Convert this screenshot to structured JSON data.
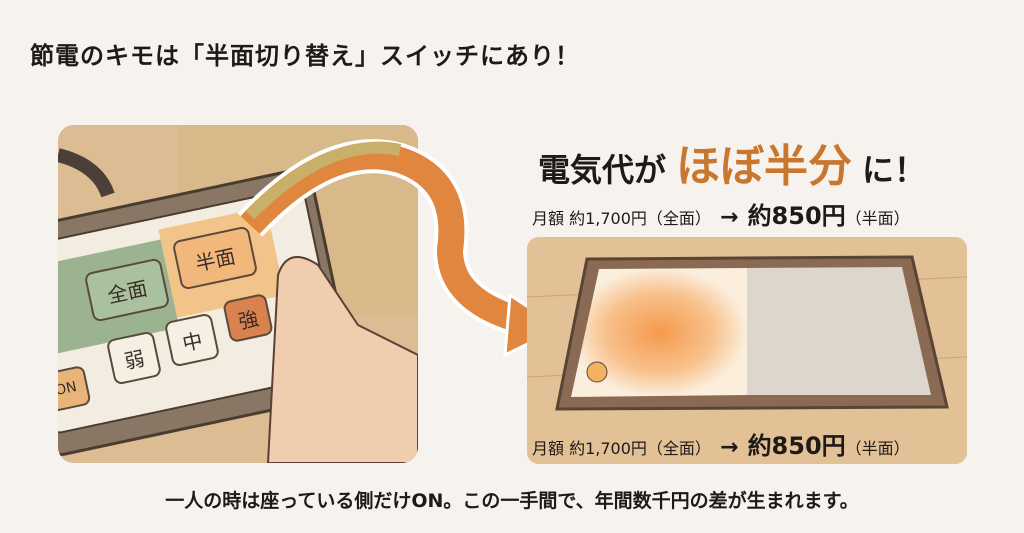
{
  "title": "節電のキモは「半面切り替え」スイッチにあり！",
  "headline": {
    "prefix": "電気代が",
    "highlight": "ほぼ半分",
    "suffix": "に！"
  },
  "price": {
    "label": "月額",
    "before": "約1,700円",
    "before_mode": "（全面）",
    "arrow": "→",
    "after": "約850円",
    "after_mode": "（半面）"
  },
  "remote": {
    "buttons": {
      "full": "全面",
      "half": "半面",
      "low": "弱",
      "mid": "中",
      "high": "強",
      "on": "ON"
    }
  },
  "footer": "一人の時は座っている側だけON。この一手間で、年間数千円の差が生まれます。",
  "colors": {
    "accent": "#c9772e",
    "background": "#f6f3ee",
    "green": "#9cb391",
    "orange_button": "#f2b77a",
    "strong_button": "#d9814f"
  }
}
